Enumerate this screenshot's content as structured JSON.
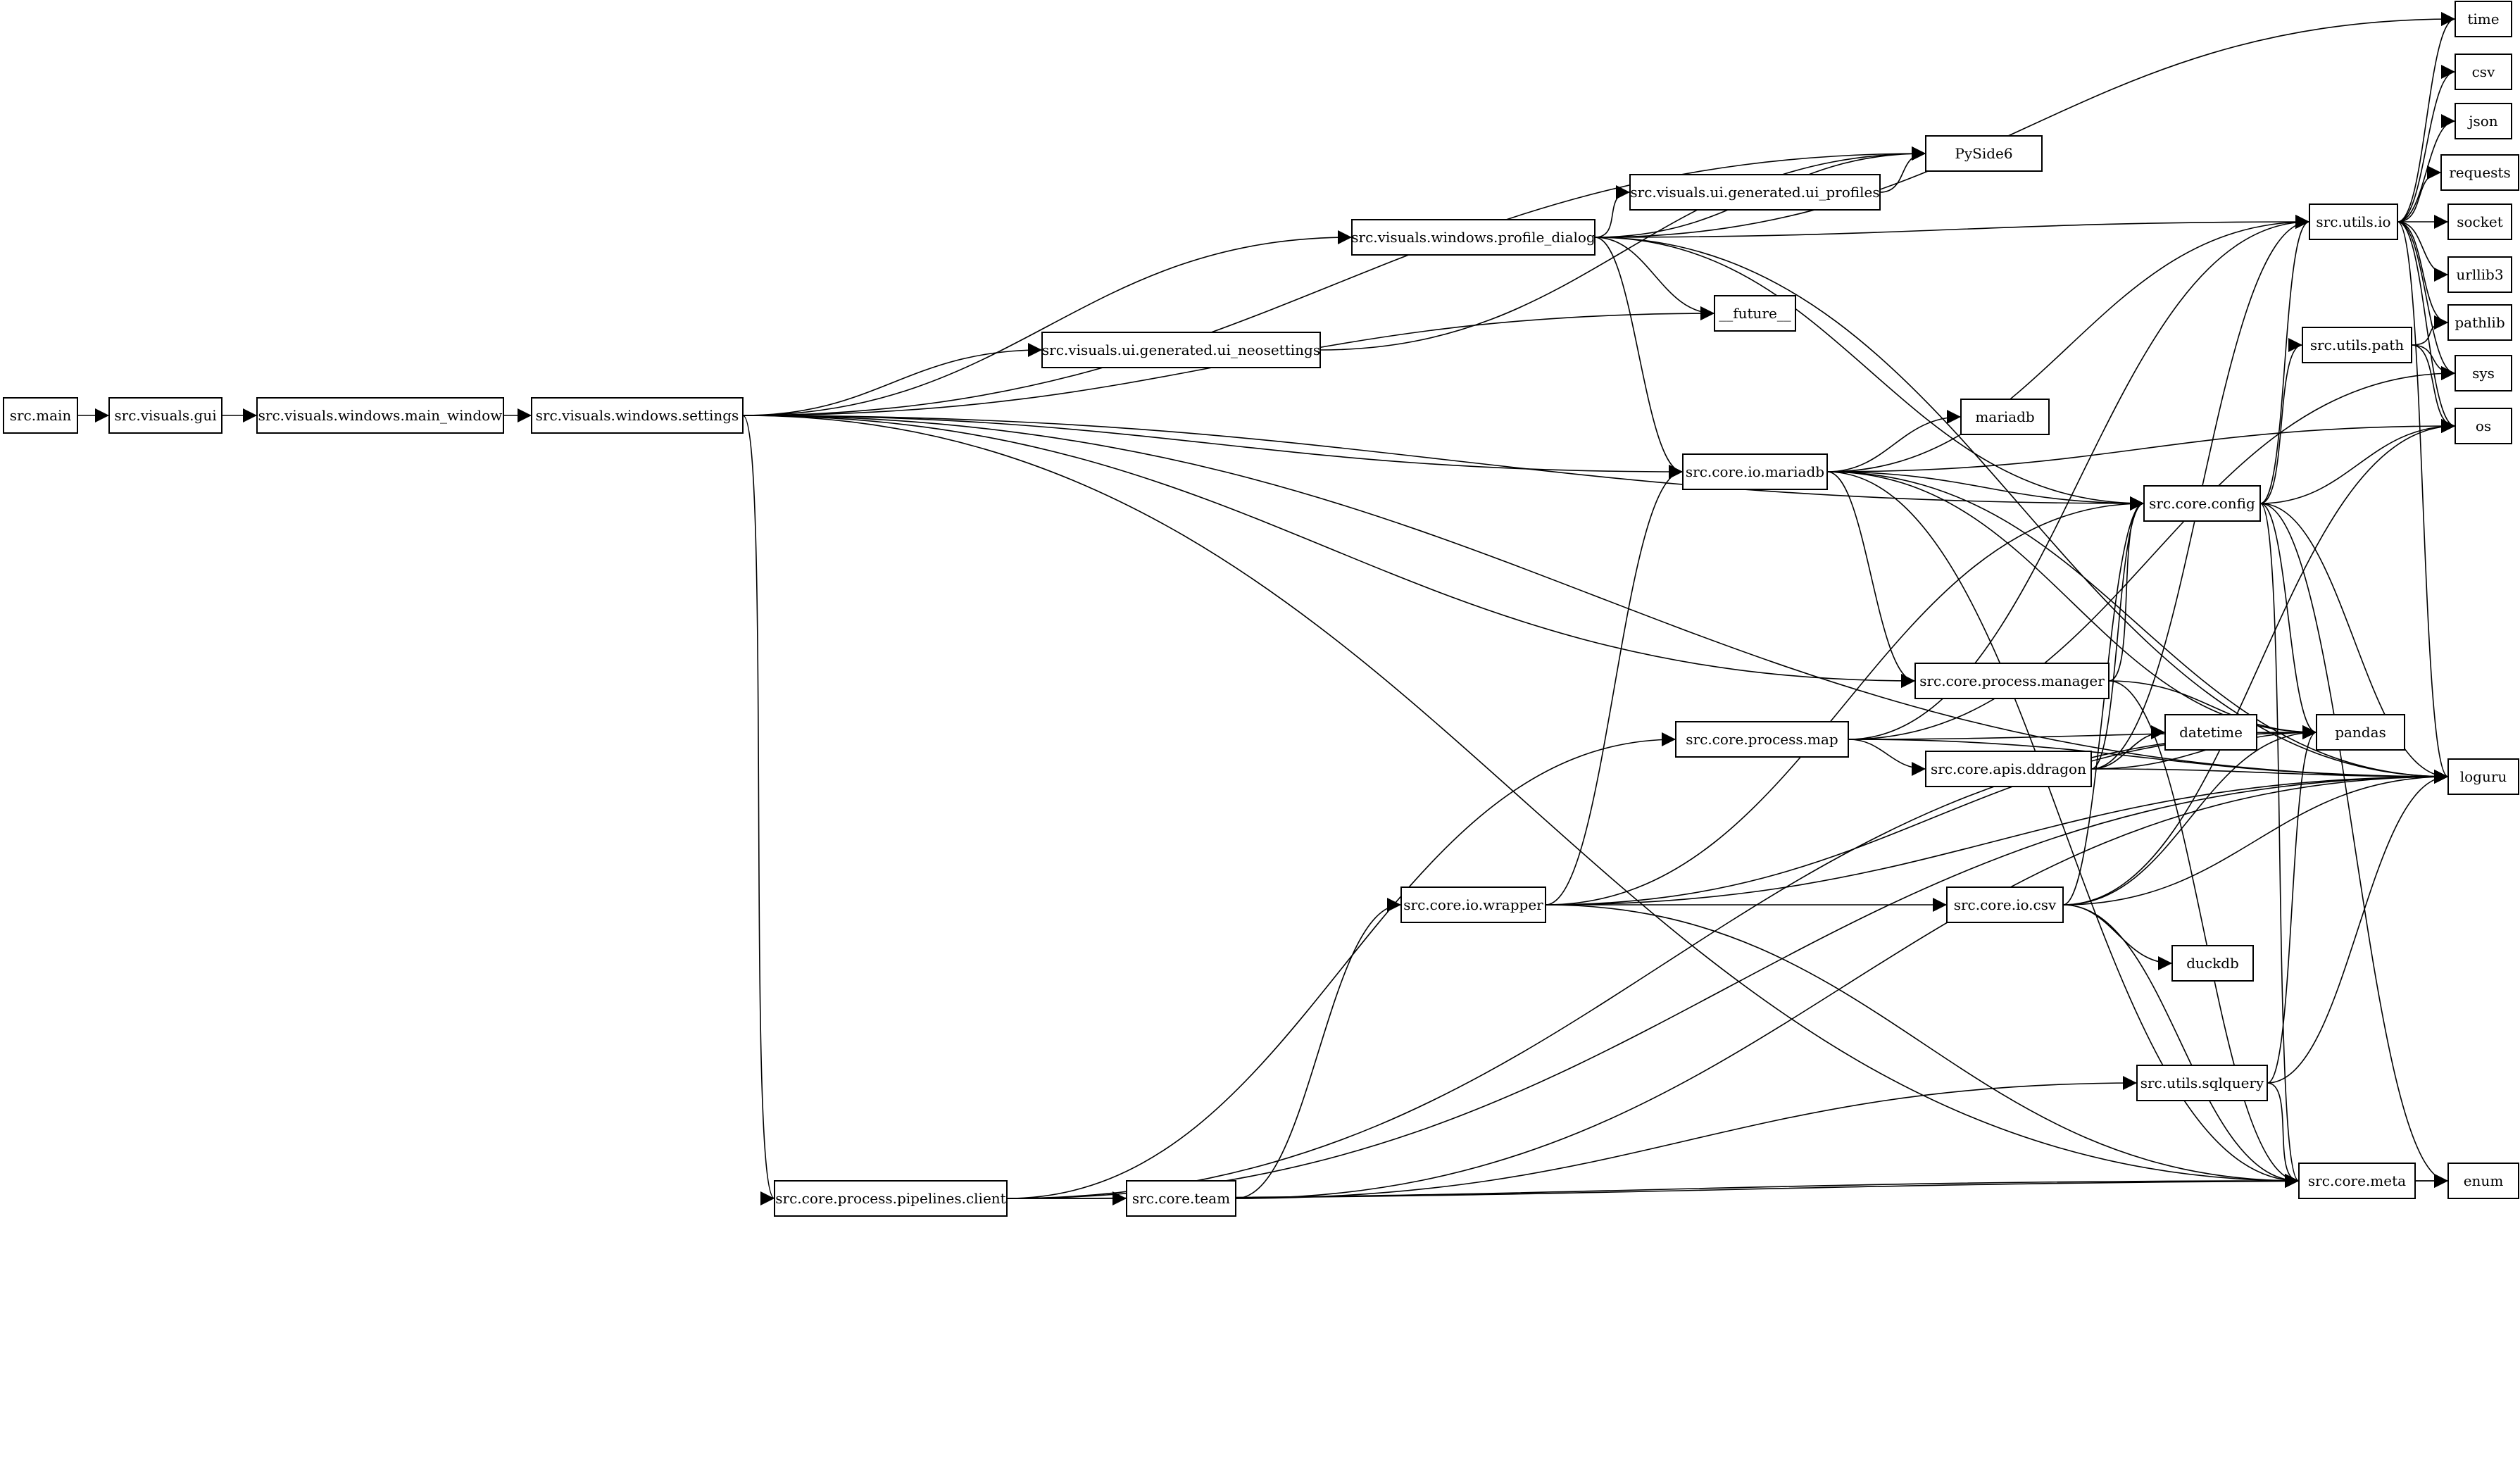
{
  "diagram": {
    "type": "dependency-graph",
    "nodes": [
      {
        "id": "src_main",
        "label": "src.main"
      },
      {
        "id": "src_visuals_gui",
        "label": "src.visuals.gui"
      },
      {
        "id": "src_visuals_windows_main_window",
        "label": "src.visuals.windows.main_window"
      },
      {
        "id": "src_visuals_windows_settings",
        "label": "src.visuals.windows.settings"
      },
      {
        "id": "src_visuals_windows_profile_dialog",
        "label": "src.visuals.windows.profile_dialog"
      },
      {
        "id": "src_visuals_ui_generated_ui_profiles",
        "label": "src.visuals.ui.generated.ui_profiles"
      },
      {
        "id": "src_visuals_ui_generated_ui_neosettings",
        "label": "src.visuals.ui.generated.ui_neosettings"
      },
      {
        "id": "future",
        "label": "__future__"
      },
      {
        "id": "pyside6",
        "label": "PySide6"
      },
      {
        "id": "src_core_io_mariadb",
        "label": "src.core.io.mariadb"
      },
      {
        "id": "mariadb",
        "label": "mariadb"
      },
      {
        "id": "src_core_config",
        "label": "src.core.config"
      },
      {
        "id": "src_core_process_manager",
        "label": "src.core.process.manager"
      },
      {
        "id": "src_core_process_map",
        "label": "src.core.process.map"
      },
      {
        "id": "src_core_apis_ddragon",
        "label": "src.core.apis.ddragon"
      },
      {
        "id": "datetime",
        "label": "datetime"
      },
      {
        "id": "src_core_io_wrapper",
        "label": "src.core.io.wrapper"
      },
      {
        "id": "src_core_io_csv",
        "label": "src.core.io.csv"
      },
      {
        "id": "duckdb",
        "label": "duckdb"
      },
      {
        "id": "src_core_process_pipelines_client",
        "label": "src.core.process.pipelines.client"
      },
      {
        "id": "src_core_team",
        "label": "src.core.team"
      },
      {
        "id": "src_utils_sqlquery",
        "label": "src.utils.sqlquery"
      },
      {
        "id": "src_core_meta",
        "label": "src.core.meta"
      },
      {
        "id": "src_utils_io",
        "label": "src.utils.io"
      },
      {
        "id": "src_utils_path",
        "label": "src.utils.path"
      },
      {
        "id": "pandas",
        "label": "pandas"
      },
      {
        "id": "loguru",
        "label": "loguru"
      },
      {
        "id": "enum",
        "label": "enum"
      },
      {
        "id": "time",
        "label": "time"
      },
      {
        "id": "csv",
        "label": "csv"
      },
      {
        "id": "json",
        "label": "json"
      },
      {
        "id": "requests",
        "label": "requests"
      },
      {
        "id": "socket",
        "label": "socket"
      },
      {
        "id": "urllib3",
        "label": "urllib3"
      },
      {
        "id": "pathlib",
        "label": "pathlib"
      },
      {
        "id": "sys",
        "label": "sys"
      },
      {
        "id": "os",
        "label": "os"
      }
    ],
    "edges": [
      [
        "src_main",
        "src_visuals_gui"
      ],
      [
        "src_visuals_gui",
        "src_visuals_windows_main_window"
      ],
      [
        "src_visuals_windows_main_window",
        "src_visuals_windows_settings"
      ],
      [
        "src_visuals_windows_settings",
        "pyside6"
      ],
      [
        "src_visuals_windows_settings",
        "src_visuals_windows_profile_dialog"
      ],
      [
        "src_visuals_windows_settings",
        "future"
      ],
      [
        "src_visuals_windows_settings",
        "src_visuals_ui_generated_ui_neosettings"
      ],
      [
        "src_visuals_windows_settings",
        "src_core_config"
      ],
      [
        "src_visuals_windows_settings",
        "loguru"
      ],
      [
        "src_visuals_windows_settings",
        "src_core_io_mariadb"
      ],
      [
        "src_visuals_windows_settings",
        "src_core_process_manager"
      ],
      [
        "src_visuals_windows_settings",
        "src_core_process_pipelines_client"
      ],
      [
        "src_visuals_windows_settings",
        "src_core_meta"
      ],
      [
        "src_visuals_windows_profile_dialog",
        "time"
      ],
      [
        "src_visuals_windows_profile_dialog",
        "src_utils_io"
      ],
      [
        "src_visuals_windows_profile_dialog",
        "pyside6"
      ],
      [
        "src_visuals_windows_profile_dialog",
        "src_visuals_ui_generated_ui_profiles"
      ],
      [
        "src_visuals_windows_profile_dialog",
        "future"
      ],
      [
        "src_visuals_windows_profile_dialog",
        "src_core_io_mariadb"
      ],
      [
        "src_visuals_windows_profile_dialog",
        "src_core_config"
      ],
      [
        "src_visuals_windows_profile_dialog",
        "loguru"
      ],
      [
        "src_visuals_ui_generated_ui_profiles",
        "pyside6"
      ],
      [
        "src_visuals_ui_generated_ui_neosettings",
        "pyside6"
      ],
      [
        "src_core_io_mariadb",
        "mariadb"
      ],
      [
        "src_core_io_mariadb",
        "src_core_config"
      ],
      [
        "src_core_io_mariadb",
        "src_utils_io"
      ],
      [
        "src_core_io_mariadb",
        "os"
      ],
      [
        "src_core_io_mariadb",
        "src_core_process_manager"
      ],
      [
        "src_core_io_mariadb",
        "pandas"
      ],
      [
        "src_core_io_mariadb",
        "loguru"
      ],
      [
        "src_core_io_mariadb",
        "src_core_meta"
      ],
      [
        "src_core_process_manager",
        "src_core_config"
      ],
      [
        "src_core_process_manager",
        "pandas"
      ],
      [
        "src_core_process_manager",
        "src_core_meta"
      ],
      [
        "src_core_process_map",
        "src_core_apis_ddragon"
      ],
      [
        "src_core_process_map",
        "src_utils_io"
      ],
      [
        "src_core_process_map",
        "sys"
      ],
      [
        "src_core_process_map",
        "pandas"
      ],
      [
        "src_core_process_map",
        "loguru"
      ],
      [
        "src_core_apis_ddragon",
        "datetime"
      ],
      [
        "src_core_apis_ddragon",
        "src_core_config"
      ],
      [
        "src_core_apis_ddragon",
        "loguru"
      ],
      [
        "src_core_apis_ddragon",
        "pandas"
      ],
      [
        "src_core_apis_ddragon",
        "src_utils_io"
      ],
      [
        "src_core_io_wrapper",
        "src_core_io_csv"
      ],
      [
        "src_core_io_wrapper",
        "src_core_io_mariadb"
      ],
      [
        "src_core_io_wrapper",
        "src_core_config"
      ],
      [
        "src_core_io_wrapper",
        "pandas"
      ],
      [
        "src_core_io_wrapper",
        "loguru"
      ],
      [
        "src_core_io_wrapper",
        "src_core_meta"
      ],
      [
        "src_core_io_csv",
        "duckdb"
      ],
      [
        "src_core_io_csv",
        "src_core_config"
      ],
      [
        "src_core_io_csv",
        "os"
      ],
      [
        "src_core_io_csv",
        "pandas"
      ],
      [
        "src_core_io_csv",
        "loguru"
      ],
      [
        "src_core_io_csv",
        "src_core_meta"
      ],
      [
        "src_core_process_pipelines_client",
        "src_core_team"
      ],
      [
        "src_core_process_pipelines_client",
        "src_core_process_map"
      ],
      [
        "src_core_process_pipelines_client",
        "pandas"
      ],
      [
        "src_core_process_pipelines_client",
        "src_core_meta"
      ],
      [
        "src_core_process_pipelines_client",
        "loguru"
      ],
      [
        "src_core_process_pipelines_client",
        "enum"
      ],
      [
        "src_core_team",
        "src_core_io_wrapper"
      ],
      [
        "src_core_team",
        "src_utils_sqlquery"
      ],
      [
        "src_core_team",
        "loguru"
      ],
      [
        "src_utils_sqlquery",
        "pandas"
      ],
      [
        "src_utils_sqlquery",
        "src_core_meta"
      ],
      [
        "src_utils_sqlquery",
        "loguru"
      ],
      [
        "src_core_config",
        "src_utils_path"
      ],
      [
        "src_core_config",
        "src_utils_io"
      ],
      [
        "src_core_config",
        "os"
      ],
      [
        "src_core_config",
        "pandas"
      ],
      [
        "src_core_config",
        "loguru"
      ],
      [
        "src_core_config",
        "enum"
      ],
      [
        "src_core_config",
        "src_core_meta"
      ],
      [
        "src_core_meta",
        "enum"
      ],
      [
        "src_utils_path",
        "pathlib"
      ],
      [
        "src_utils_path",
        "os"
      ],
      [
        "src_utils_path",
        "sys"
      ],
      [
        "src_utils_io",
        "time"
      ],
      [
        "src_utils_io",
        "csv"
      ],
      [
        "src_utils_io",
        "json"
      ],
      [
        "src_utils_io",
        "requests"
      ],
      [
        "src_utils_io",
        "socket"
      ],
      [
        "src_utils_io",
        "urllib3"
      ],
      [
        "src_utils_io",
        "pathlib"
      ],
      [
        "src_utils_io",
        "sys"
      ],
      [
        "src_utils_io",
        "os"
      ],
      [
        "src_utils_io",
        "loguru"
      ]
    ]
  }
}
